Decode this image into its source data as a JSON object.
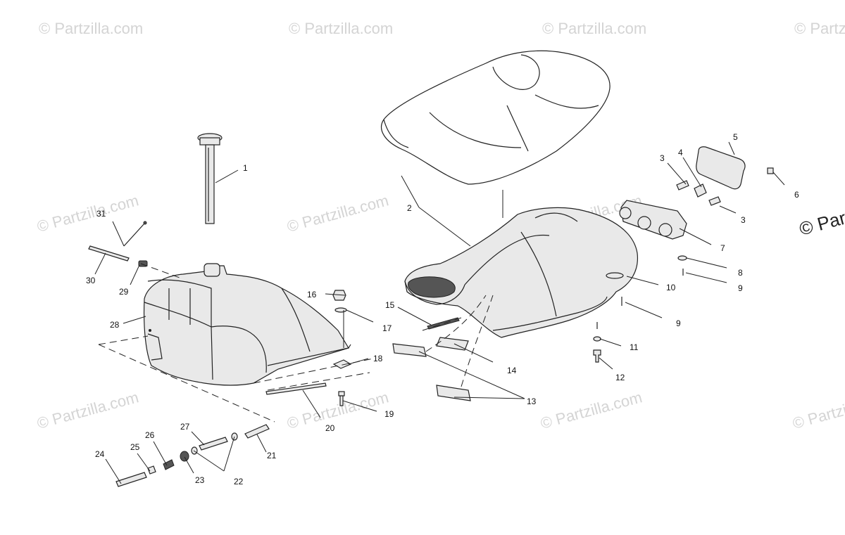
{
  "watermark": {
    "text": "© Partzilla.com",
    "edge_text": "© Partz"
  },
  "callouts": {
    "n1": "1",
    "n2": "2",
    "n3a": "3",
    "n3b": "3",
    "n4": "4",
    "n5": "5",
    "n6": "6",
    "n7": "7",
    "n8": "8",
    "n9a": "9",
    "n9b": "9",
    "n10": "10",
    "n11": "11",
    "n12": "12",
    "n13": "13",
    "n14": "14",
    "n15": "15",
    "n16": "16",
    "n17": "17",
    "n18": "18",
    "n19": "19",
    "n20": "20",
    "n21": "21",
    "n22": "22",
    "n23": "23",
    "n24": "24",
    "n25": "25",
    "n26": "26",
    "n27": "27",
    "n28": "28",
    "n29": "29",
    "n30": "30",
    "n31": "31"
  }
}
